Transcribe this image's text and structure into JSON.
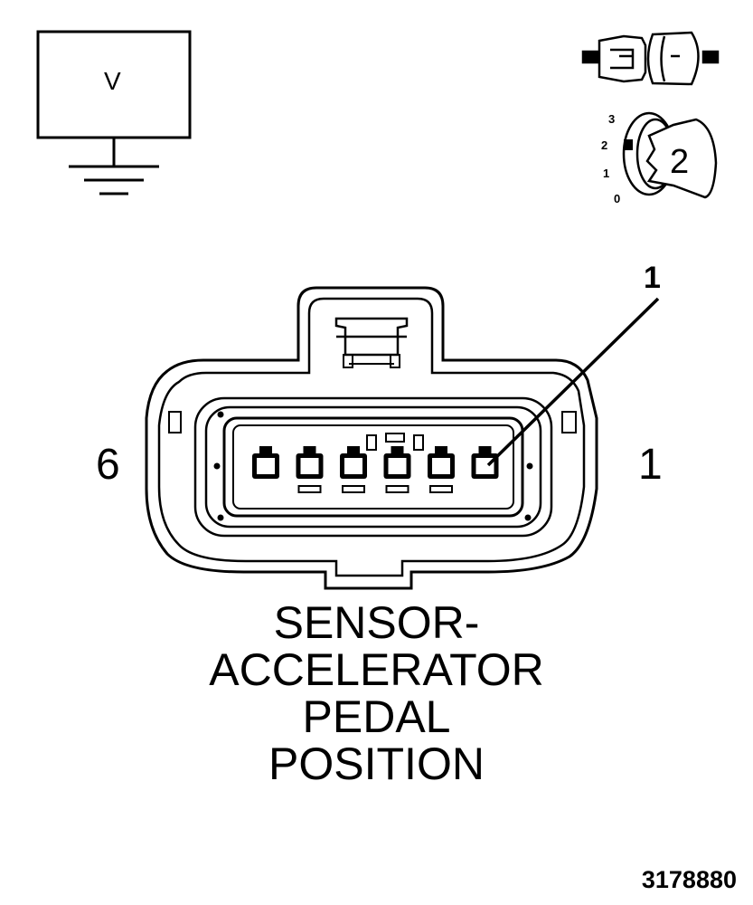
{
  "symbol": {
    "label": "V"
  },
  "ignition": {
    "scale": [
      "3",
      "2",
      "1",
      "0"
    ],
    "position": "2"
  },
  "connector": {
    "left_pin_label": "6",
    "right_pin_label": "1",
    "callout_label": "1",
    "cavity_count": 6
  },
  "title": {
    "lines": [
      "SENSOR-",
      "ACCELERATOR",
      "PEDAL",
      "POSITION"
    ]
  },
  "figure_number": "3178880"
}
